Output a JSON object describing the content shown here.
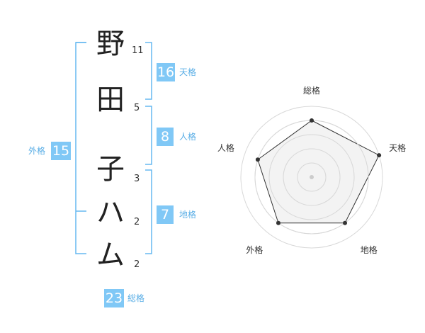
{
  "name": {
    "chars": [
      {
        "char": "野",
        "strokes": "11"
      },
      {
        "char": "田",
        "strokes": "5"
      },
      {
        "char": "子",
        "strokes": "3"
      },
      {
        "char": "ハ",
        "strokes": "2"
      },
      {
        "char": "ム",
        "strokes": "2"
      }
    ]
  },
  "fortune": {
    "tenkaku": {
      "label": "天格",
      "value": "16"
    },
    "jinkaku": {
      "label": "人格",
      "value": "8"
    },
    "chikaku": {
      "label": "地格",
      "value": "7"
    },
    "gaikaku": {
      "label": "外格",
      "value": "15"
    },
    "soukaku": {
      "label": "総格",
      "value": "23"
    }
  },
  "chart_data": {
    "type": "radar",
    "axes": [
      "総格",
      "天格",
      "地格",
      "外格",
      "人格"
    ],
    "values": [
      4,
      5,
      4,
      4,
      4
    ],
    "max": 5,
    "rings": 5,
    "grid": true
  },
  "colors": {
    "accent": "#80c8f6",
    "bracket": "#66b8f0",
    "radar_fill": "#efefef",
    "radar_line": "#333333"
  }
}
